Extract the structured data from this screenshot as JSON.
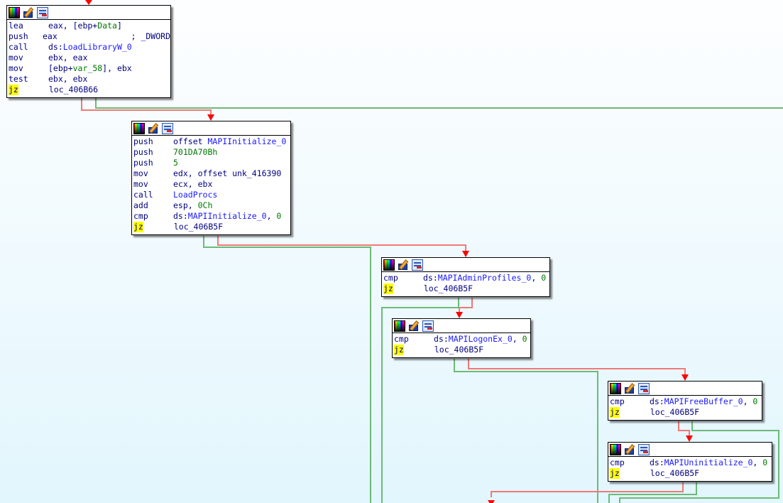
{
  "view": "IDA graph view",
  "colors": {
    "background_top": "#fdfeff",
    "background_bottom": "#e2f6fd",
    "edge_true": "#6dba78",
    "edge_false": "#f07878",
    "edge_arrow": "#ff0000",
    "mnemonic": "#000080",
    "name_ref": "#1a1aff",
    "immediate": "#007700",
    "jz_highlight": "#ffff00"
  },
  "block_icons": [
    "color-palette-icon",
    "edit-pencil-icon",
    "graph-overview-icon"
  ],
  "blocks": [
    {
      "id": "block_loadlibrary",
      "lines": [
        {
          "mnemonic": "lea",
          "parts": [
            {
              "t": "eax, [ebp+"
            },
            {
              "t": "Data",
              "c": "g"
            },
            {
              "t": "]"
            }
          ]
        },
        {
          "mnemonic": "push",
          "parts": [
            {
              "t": "eax               ; _DWORD"
            }
          ]
        },
        {
          "mnemonic": "call",
          "parts": [
            {
              "t": "ds:"
            },
            {
              "t": "LoadLibraryW_0",
              "c": "b"
            }
          ]
        },
        {
          "mnemonic": "mov",
          "parts": [
            {
              "t": "ebx, eax"
            }
          ]
        },
        {
          "mnemonic": "mov",
          "parts": [
            {
              "t": "[ebp+"
            },
            {
              "t": "var_58",
              "c": "g"
            },
            {
              "t": "], ebx"
            }
          ]
        },
        {
          "mnemonic": "test",
          "parts": [
            {
              "t": "ebx, ebx"
            }
          ]
        },
        {
          "mnemonic": "jz",
          "jz": true,
          "parts": [
            {
              "t": "loc_406B66"
            }
          ]
        }
      ]
    },
    {
      "id": "block_loadprocs",
      "lines": [
        {
          "mnemonic": "push",
          "parts": [
            {
              "t": "offset "
            },
            {
              "t": "MAPIInitialize_0",
              "c": "b"
            }
          ]
        },
        {
          "mnemonic": "push",
          "parts": [
            {
              "t": "701DA70Bh",
              "c": "g"
            }
          ]
        },
        {
          "mnemonic": "push",
          "parts": [
            {
              "t": "5",
              "c": "g"
            }
          ]
        },
        {
          "mnemonic": "mov",
          "parts": [
            {
              "t": "edx, offset unk_416390"
            }
          ]
        },
        {
          "mnemonic": "mov",
          "parts": [
            {
              "t": "ecx, ebx"
            }
          ]
        },
        {
          "mnemonic": "call",
          "parts": [
            {
              "t": "LoadProcs",
              "c": "b"
            }
          ]
        },
        {
          "mnemonic": "add",
          "parts": [
            {
              "t": "esp, "
            },
            {
              "t": "0Ch",
              "c": "g"
            }
          ]
        },
        {
          "mnemonic": "cmp",
          "parts": [
            {
              "t": "ds:"
            },
            {
              "t": "MAPIInitialize_0",
              "c": "b"
            },
            {
              "t": ", "
            },
            {
              "t": "0",
              "c": "g"
            }
          ]
        },
        {
          "mnemonic": "jz",
          "jz": true,
          "parts": [
            {
              "t": "loc_406B5F"
            }
          ]
        }
      ]
    },
    {
      "id": "block_adminprofiles",
      "lines": [
        {
          "mnemonic": "cmp",
          "parts": [
            {
              "t": "ds:"
            },
            {
              "t": "MAPIAdminProfiles_0",
              "c": "b"
            },
            {
              "t": ", "
            },
            {
              "t": "0",
              "c": "g"
            }
          ]
        },
        {
          "mnemonic": "jz",
          "jz": true,
          "parts": [
            {
              "t": "loc_406B5F"
            }
          ]
        }
      ]
    },
    {
      "id": "block_logonex",
      "lines": [
        {
          "mnemonic": "cmp",
          "parts": [
            {
              "t": "ds:"
            },
            {
              "t": "MAPILogonEx_0",
              "c": "b"
            },
            {
              "t": ", "
            },
            {
              "t": "0",
              "c": "g"
            }
          ]
        },
        {
          "mnemonic": "jz",
          "jz": true,
          "parts": [
            {
              "t": "loc_406B5F"
            }
          ]
        }
      ]
    },
    {
      "id": "block_freebuffer",
      "lines": [
        {
          "mnemonic": "cmp",
          "parts": [
            {
              "t": "ds:"
            },
            {
              "t": "MAPIFreeBuffer_0",
              "c": "b"
            },
            {
              "t": ", "
            },
            {
              "t": "0",
              "c": "g"
            }
          ]
        },
        {
          "mnemonic": "jz",
          "jz": true,
          "parts": [
            {
              "t": "loc_406B5F"
            }
          ]
        }
      ]
    },
    {
      "id": "block_uninitialize",
      "lines": [
        {
          "mnemonic": "cmp",
          "parts": [
            {
              "t": "ds:"
            },
            {
              "t": "MAPIUninitialize_0",
              "c": "b"
            },
            {
              "t": ", "
            },
            {
              "t": "0",
              "c": "g"
            }
          ]
        },
        {
          "mnemonic": "jz",
          "jz": true,
          "parts": [
            {
              "t": "loc_406B5F"
            }
          ]
        }
      ]
    }
  ]
}
